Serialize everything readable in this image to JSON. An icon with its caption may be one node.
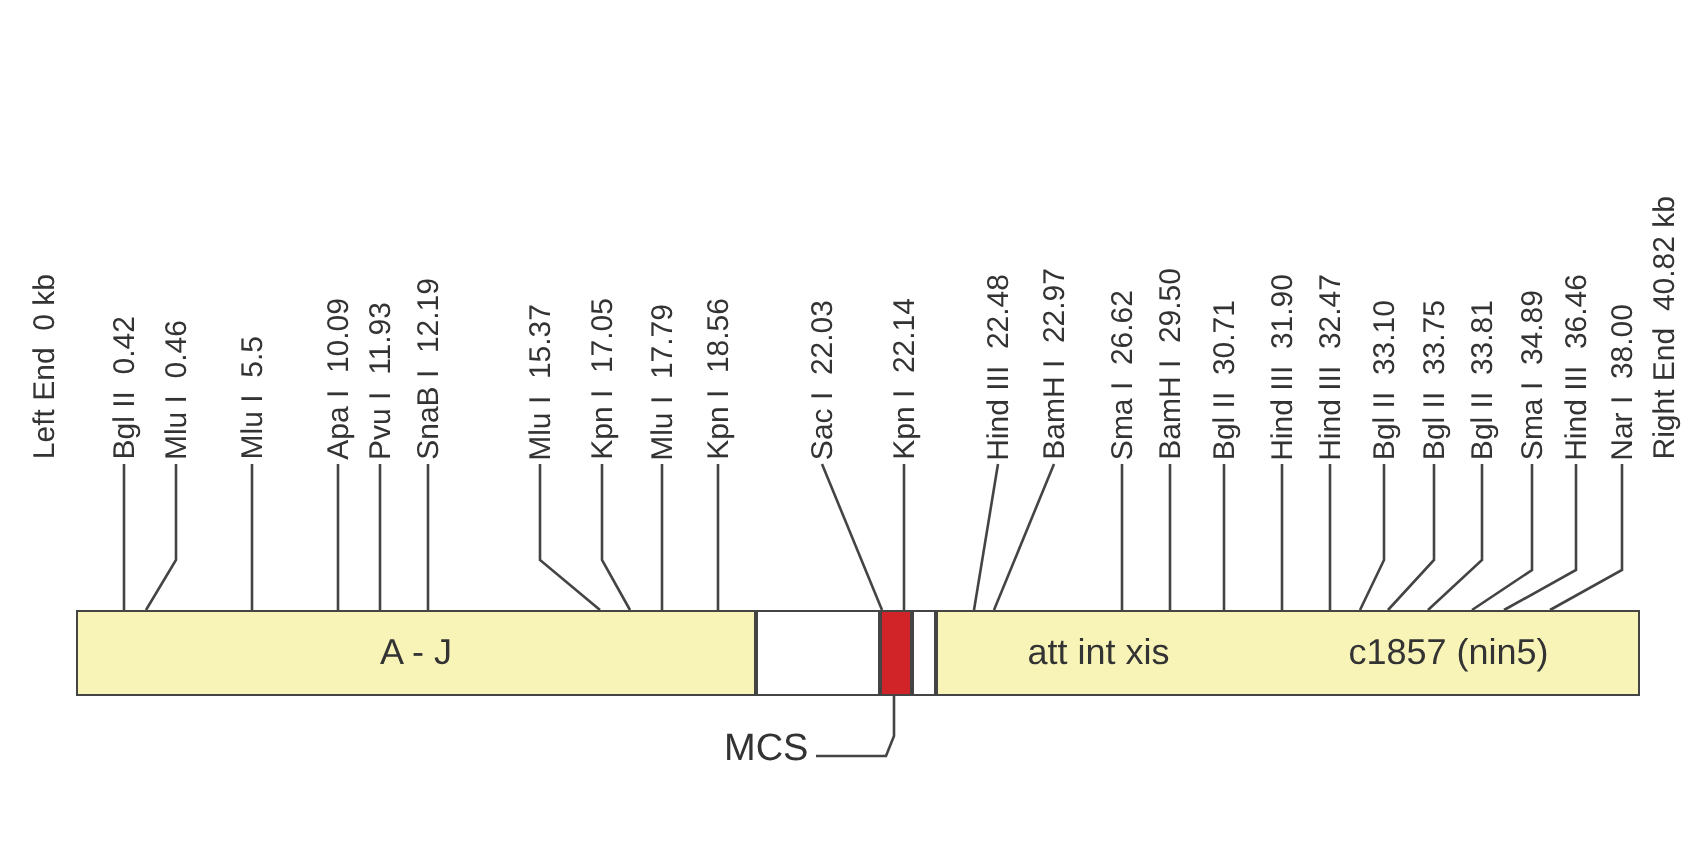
{
  "diagram": {
    "nodes": [
      {
        "text": [
          "A - J"
        ]
      },
      {
        "text": [],
        "shape": "box"
      },
      {
        "text": [],
        "shape": "box"
      },
      {
        "text": [],
        "shape": "box"
      },
      {
        "text": [
          "att int xis",
          "c1857 (nin5)"
        ]
      },
      {
        "text": [
          "Bgl II  0.42"
        ]
      },
      {
        "text": [
          "Mlu I  0.46"
        ]
      },
      {
        "text": [
          "Mlu I  5.5"
        ]
      },
      {
        "text": [
          "Apa I  10.09"
        ]
      },
      {
        "text": [
          "Pvu I  11.93"
        ]
      },
      {
        "text": [
          "SnaB I  12.19"
        ]
      },
      {
        "text": [
          "Mlu I  15.37"
        ]
      },
      {
        "text": [
          "Kpn I  17.05"
        ]
      },
      {
        "text": [
          "Mlu I  17.79"
        ]
      },
      {
        "text": [
          "Kpn I  18.56"
        ]
      },
      {
        "text": [
          "Sac I  22.03"
        ]
      },
      {
        "text": [
          "Kpn I  22.14"
        ]
      },
      {
        "text": [
          "Hind III  22.48"
        ]
      },
      {
        "text": [
          "BamH I  22.97"
        ]
      },
      {
        "text": [
          "Sma I  26.62"
        ]
      },
      {
        "text": [
          "BamH I  29.50"
        ]
      },
      {
        "text": [
          "Bgl II  30.71"
        ]
      },
      {
        "text": [
          "Hind III  31.90"
        ]
      },
      {
        "text": [
          "Hind III  32.47"
        ]
      },
      {
        "text": [
          "Bgl II  33.10"
        ]
      },
      {
        "text": [
          "Bgl II  33.75"
        ]
      },
      {
        "text": [
          "Bgl II  33.81"
        ]
      },
      {
        "text": [
          "Sma I  34.89"
        ]
      },
      {
        "text": [
          "Hind III  36.46"
        ]
      },
      {
        "text": [
          "Nar I  38.00"
        ]
      },
      {
        "text": [
          "MCS"
        ]
      }
    ],
    "edges": [
      {
        "from": 5,
        "to": 0,
        "arrow": "none"
      },
      {
        "from": 6,
        "to": 0,
        "arrow": "none"
      },
      {
        "from": 7,
        "to": 0,
        "arrow": "none"
      },
      {
        "from": 8,
        "to": 0,
        "arrow": "none"
      },
      {
        "from": 9,
        "to": 0,
        "arrow": "none"
      },
      {
        "from": 10,
        "to": 0,
        "arrow": "none"
      },
      {
        "from": 11,
        "to": 0,
        "arrow": "none"
      },
      {
        "from": 12,
        "to": 0,
        "arrow": "none"
      },
      {
        "from": 13,
        "to": 0,
        "arrow": "none"
      },
      {
        "from": 14,
        "to": 0,
        "arrow": "none"
      },
      {
        "from": 15,
        "to": 2,
        "arrow": "none"
      },
      {
        "from": 16,
        "to": 2,
        "arrow": "none"
      },
      {
        "from": 17,
        "to": 4,
        "arrow": "none"
      },
      {
        "from": 18,
        "to": 4,
        "arrow": "none"
      },
      {
        "from": 19,
        "to": 4,
        "arrow": "none"
      },
      {
        "from": 20,
        "to": 4,
        "arrow": "none"
      },
      {
        "from": 21,
        "to": 4,
        "arrow": "none"
      },
      {
        "from": 22,
        "to": 4,
        "arrow": "none"
      },
      {
        "from": 23,
        "to": 4,
        "arrow": "none"
      },
      {
        "from": 24,
        "to": 4,
        "arrow": "none"
      },
      {
        "from": 25,
        "to": 4,
        "arrow": "none"
      },
      {
        "from": 26,
        "to": 4,
        "arrow": "none"
      },
      {
        "from": 27,
        "to": 4,
        "arrow": "none"
      },
      {
        "from": 28,
        "to": 4,
        "arrow": "none"
      },
      {
        "from": 29,
        "to": 4,
        "arrow": "none"
      },
      {
        "from": 30,
        "to": 2,
        "arrow": "none"
      }
    ],
    "labels": [
      "Left End  0 kb",
      "Right End  40.82 kb"
    ]
  }
}
